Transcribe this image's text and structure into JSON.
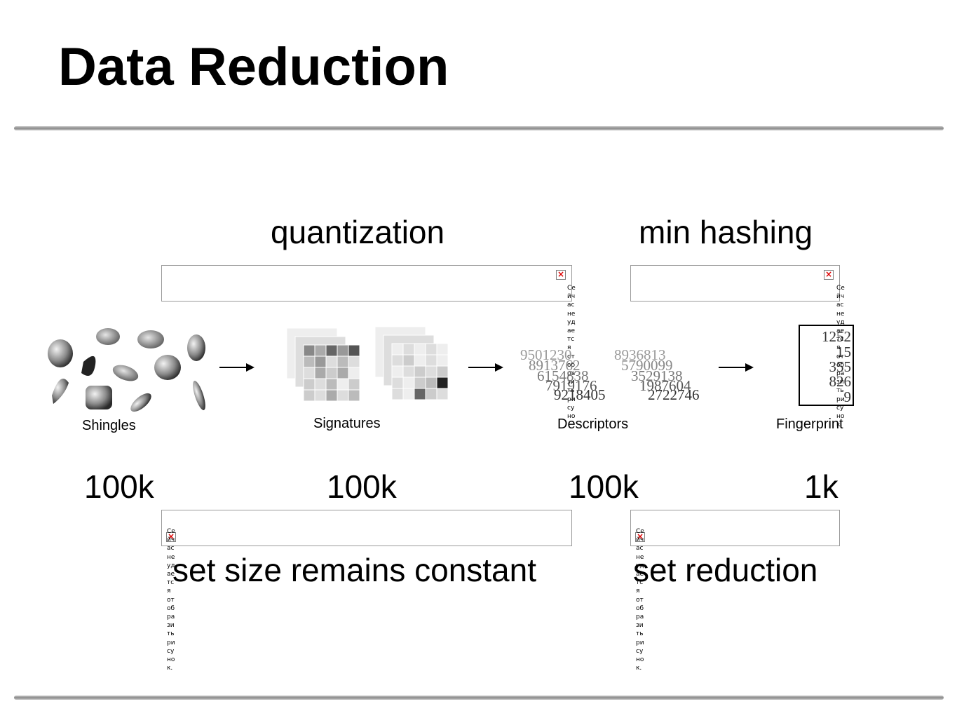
{
  "title": "Data Reduction",
  "labels": {
    "quantization": "quantization",
    "min_hashing": "min hashing",
    "set_size": "set size remains constant",
    "set_reduction": "set reduction"
  },
  "stages": [
    {
      "name": "Shingles",
      "count": "100k"
    },
    {
      "name": "Signatures",
      "count": "100k"
    },
    {
      "name": "Descriptors",
      "count": "100k"
    },
    {
      "name": "Fingerprint",
      "count": "1k"
    }
  ],
  "descriptors": {
    "col1": [
      "9501230",
      "8913762",
      "6154838",
      "7919176",
      "9218405"
    ],
    "col2": [
      "8936813",
      "5790099",
      "3529138",
      "1987604",
      "2722746"
    ]
  },
  "fingerprint": [
    "1252",
    "15",
    "355",
    "826",
    "9"
  ],
  "broken_image_text": "Се\nйч\nас\nне\nуд\nае\nтс\nя\nот\nоб\nра\nзи\nть\nри\nсу\nно\nк.",
  "colors": {
    "rule": "#9a9a9a",
    "missing_image_x": "#dd0000"
  }
}
